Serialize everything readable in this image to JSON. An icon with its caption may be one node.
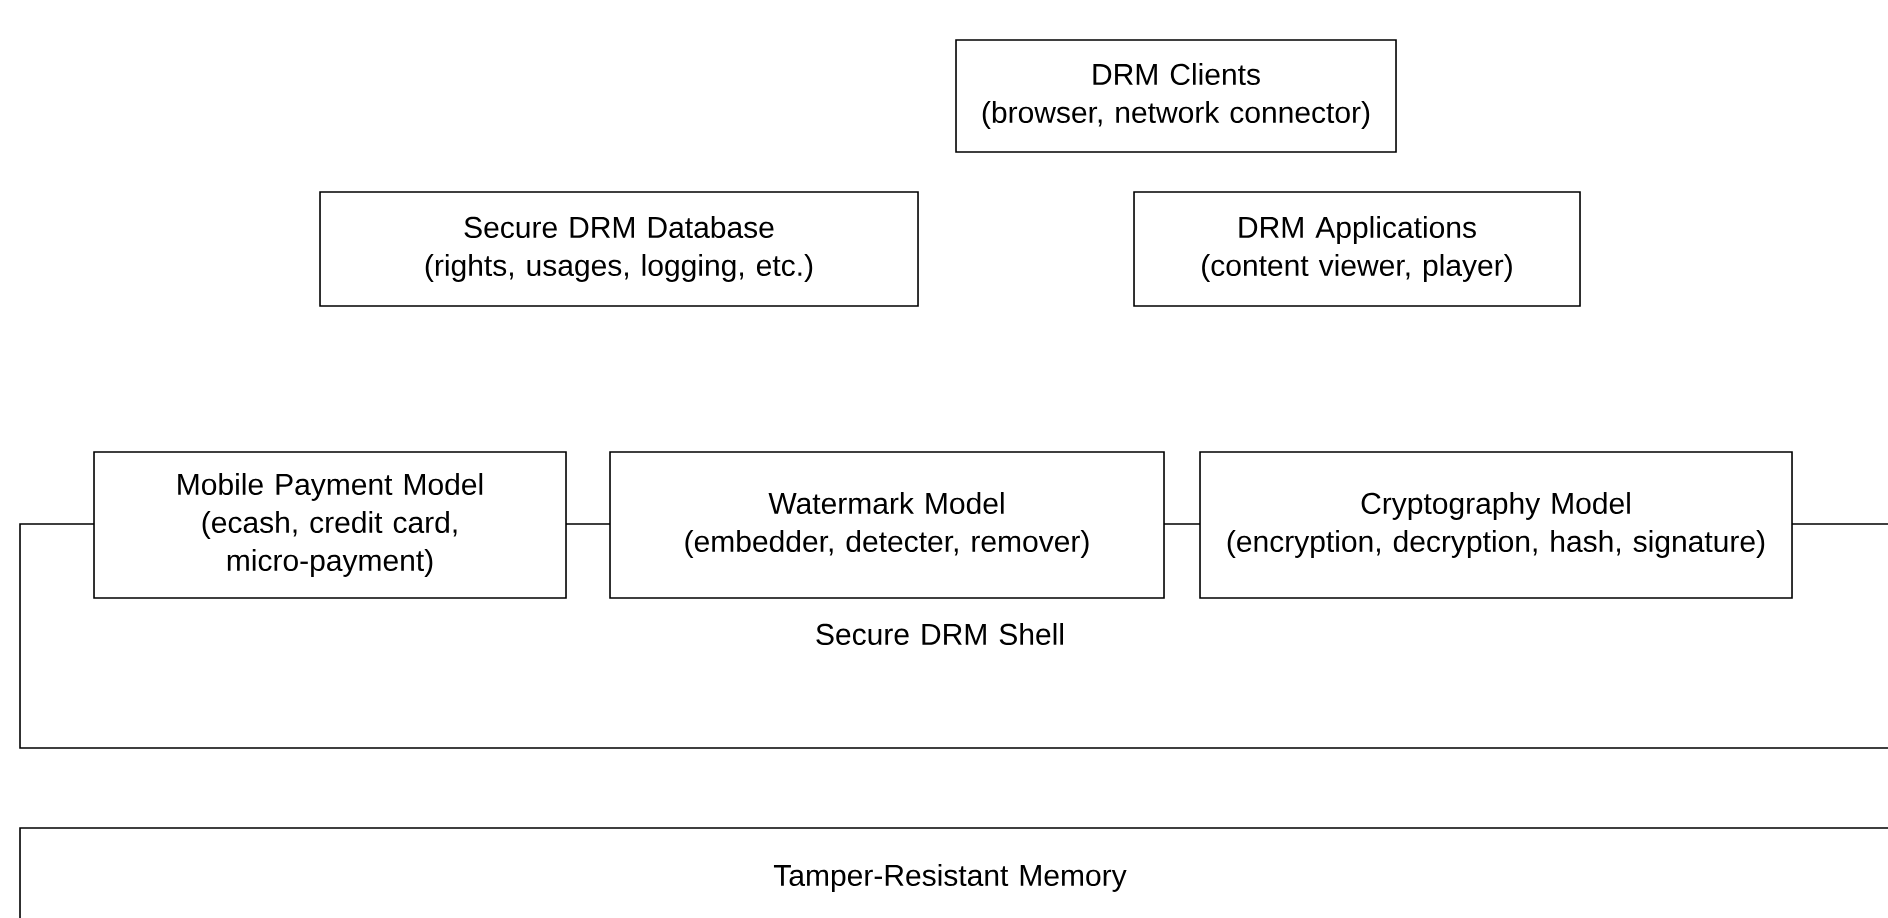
{
  "diagram": {
    "nodes": [
      {
        "text": [
          "DRM Clients",
          "(browser, network connector)"
        ]
      },
      {
        "text": [
          "Secure DRM Database",
          "(rights, usages, logging, etc.)"
        ]
      },
      {
        "text": [
          "DRM Applications",
          "(content viewer, player)"
        ]
      },
      {
        "text": [
          "Secure DRM Shell"
        ]
      },
      {
        "text": [
          "Mobile Payment Model",
          "(ecash, credit card, micro-payment)"
        ]
      },
      {
        "text": [
          "Watermark Model",
          "(embedder, detecter, remover)"
        ]
      },
      {
        "text": [
          "Cryptography Model",
          "(encryption, decryption, hash, signature)"
        ]
      },
      {
        "text": [
          "Tamper-Resistant Memory"
        ]
      }
    ]
  }
}
